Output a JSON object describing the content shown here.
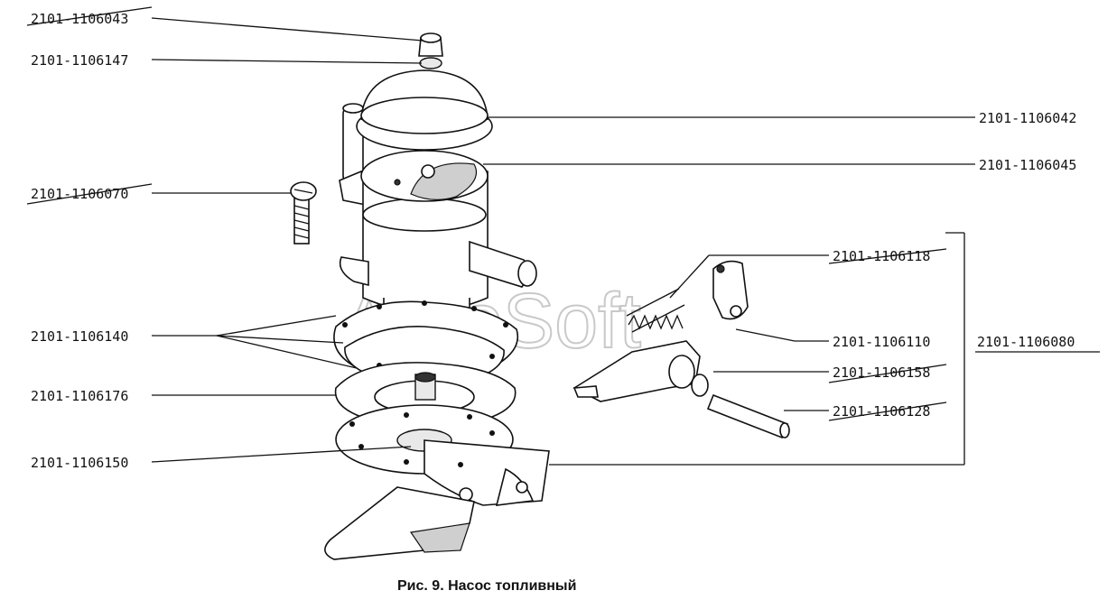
{
  "labels": {
    "p043": "2101-1106043",
    "p147": "2101-1106147",
    "p070": "2101-1106070",
    "p140": "2101-1106140",
    "p176": "2101-1106176",
    "p150": "2101-1106150",
    "p042": "2101-1106042",
    "p045": "2101-1106045",
    "p118": "2101-1106118",
    "p110": "2101-1106110",
    "p080": "2101-1106080",
    "p158": "2101-1106158",
    "p128": "2101-1106128"
  },
  "caption": "Рис. 9. Насос топливный",
  "watermark": "AutoSoft"
}
